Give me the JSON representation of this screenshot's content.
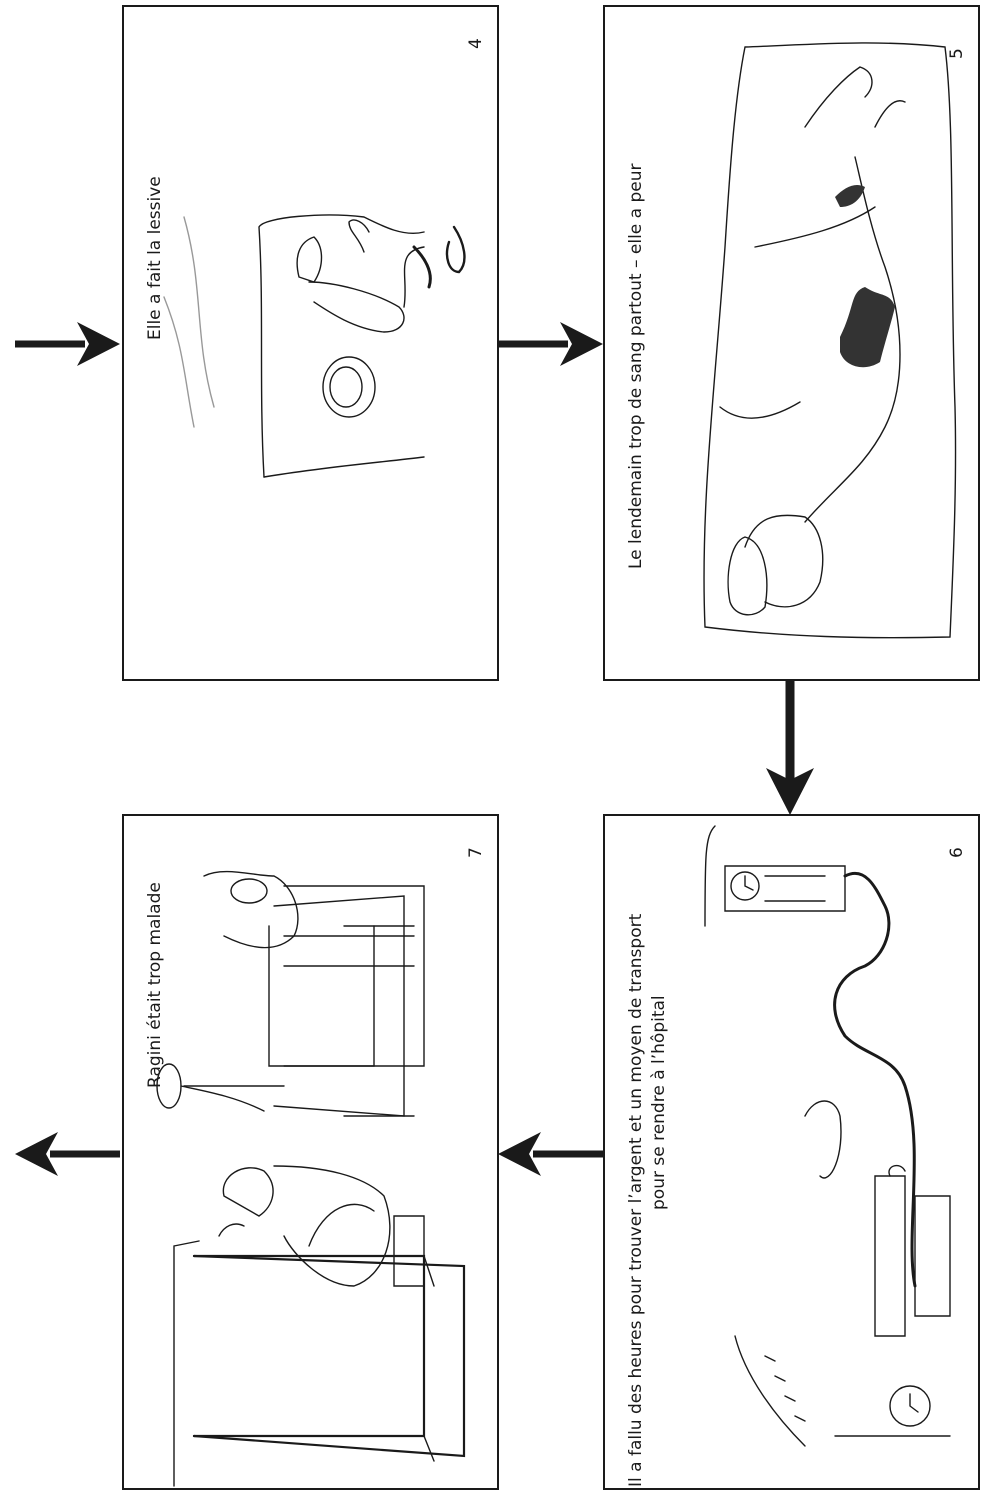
{
  "panels": {
    "p4": {
      "number": "4",
      "caption": "Elle a fait la lessive"
    },
    "p5": {
      "number": "5",
      "caption": "Le lendemain trop de sang partout – elle a peur"
    },
    "p6": {
      "number": "6",
      "caption_line1": "Il a fallu des heures pour trouver l’argent et un moyen de transport",
      "caption_line2": "pour se rendre à l’hôpital"
    },
    "p7": {
      "number": "7",
      "caption": "Ragini était trop malade"
    }
  },
  "colors": {
    "ink": "#1a1a1a",
    "blood": "#333333"
  }
}
